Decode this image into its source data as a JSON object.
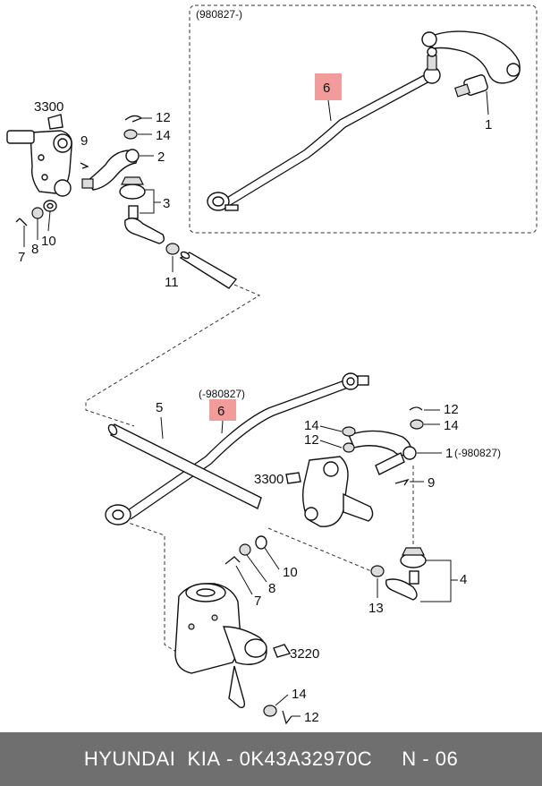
{
  "inset_label": "(980827-)",
  "lower_rod_label": "(-980827)",
  "callouts": {
    "c1_top": "1",
    "c1_bottom": "1",
    "c1_bottom_suffix": "(-980827)",
    "c2": "2",
    "c3": "3",
    "c4": "4",
    "c5": "5",
    "c6_top": "6",
    "c6_bottom": "6",
    "c7_top": "7",
    "c7_bottom": "7",
    "c8_top": "8",
    "c8_bottom": "8",
    "c9_top": "9",
    "c9_bottom": "9",
    "c10_top": "10",
    "c10_bottom": "10",
    "c11": "11",
    "c12_top": "12",
    "c12_mid_right": "12",
    "c12_mid_left": "12",
    "c12_bottom": "12",
    "c13": "13",
    "c14_top": "14",
    "c14_mid_right": "14",
    "c14_mid_left": "14",
    "c14_bottom": "14",
    "c3300_top": "3300",
    "c3300_mid": "3300",
    "c3220": "3220"
  },
  "footer": {
    "brand": "HYUNDAI  KIA",
    "separator": " - ",
    "part_number": "0K43A32970C",
    "section": "N - 06"
  },
  "colors": {
    "highlight": "#f29b9b",
    "footer_bg": "#6f6f6f",
    "footer_text": "#ffffff"
  }
}
